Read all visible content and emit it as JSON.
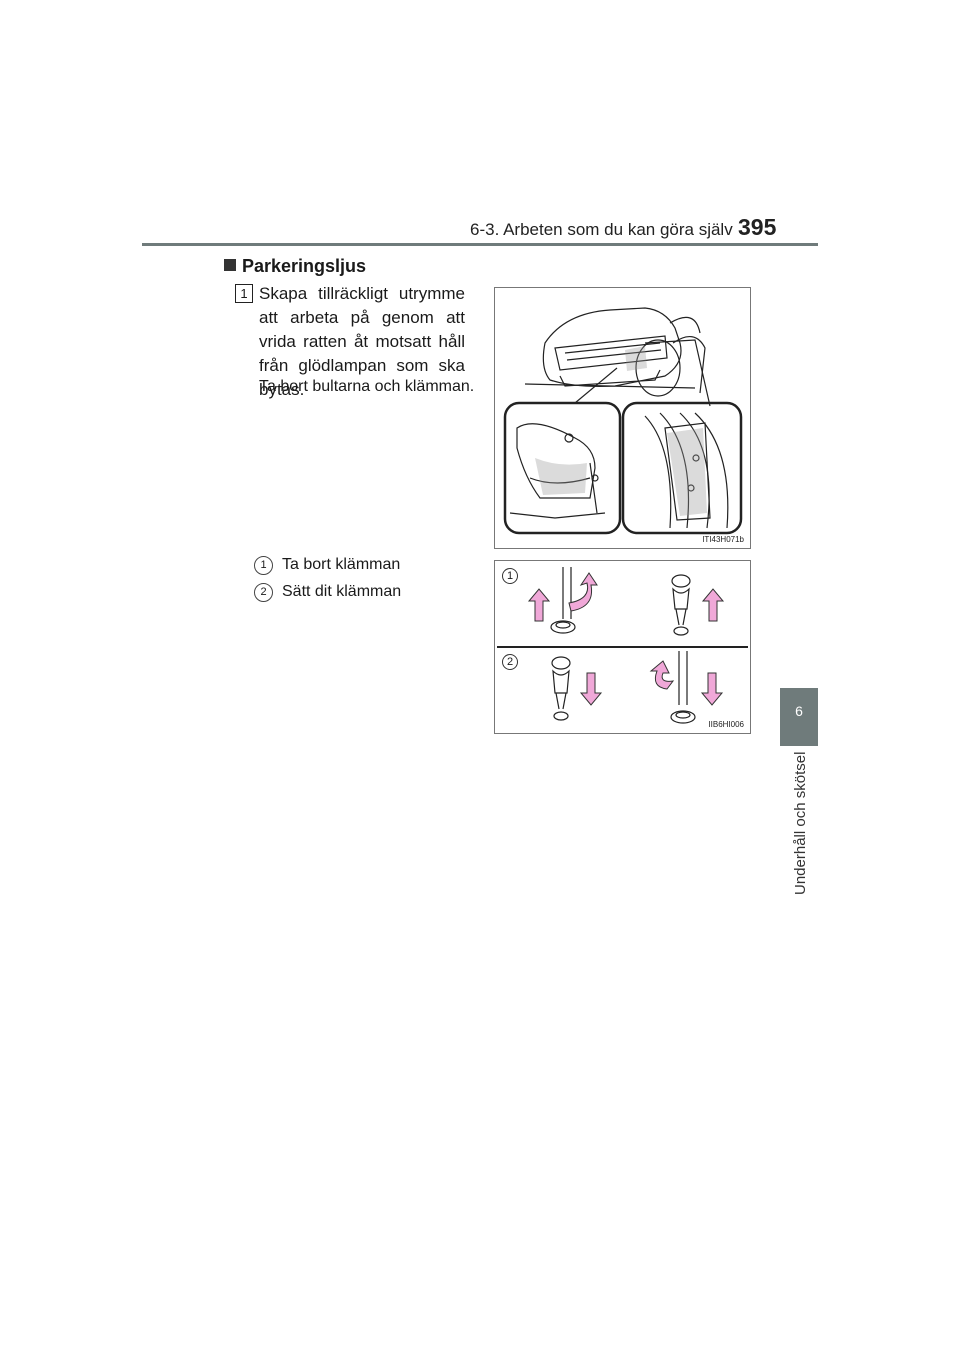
{
  "header": {
    "title": "6-3. Arbeten som du kan göra själv",
    "page_number": "395"
  },
  "side_tab": {
    "number": "6",
    "label": "Underhåll och skötsel"
  },
  "section": {
    "title": "Parkeringsljus"
  },
  "step": {
    "number": "1",
    "text": "Skapa tillräckligt utrymme att arbeta på genom att vrida ratten åt motsatt håll från glödlampan som ska bytas.",
    "sub_text": "Ta bort bultarna och klämman."
  },
  "items": [
    {
      "number": "1",
      "text": "Ta bort klämman"
    },
    {
      "number": "2",
      "text": "Sätt dit klämman"
    }
  ],
  "figures": {
    "car": {
      "code": "ITI43H071b"
    },
    "clip": {
      "code": "IIB6HI006",
      "label_1": "1",
      "label_2": "2"
    }
  }
}
